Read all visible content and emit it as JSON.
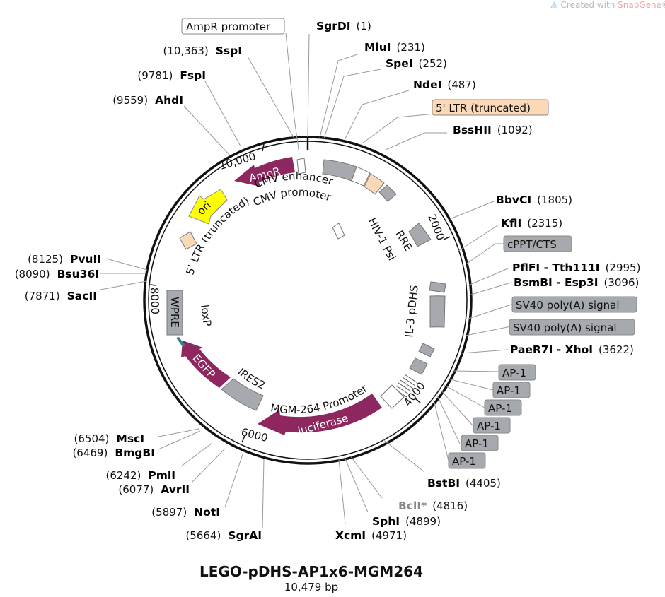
{
  "credit": {
    "prefix": "Created with ",
    "brand": "SnapGene",
    "suffix": "®"
  },
  "plasmid": {
    "name": "LEGO-pDHS-AP1x6-MGM264",
    "length_label": "10,479 bp"
  },
  "colors": {
    "magenta": "#8e2760",
    "gray": "#a6aaae",
    "peach": "#fcd9b6",
    "yellow": "#ffff00",
    "teal": "#3d7b95"
  },
  "ruler": [
    "10,000",
    "2000",
    "4000",
    "6000",
    "8000"
  ],
  "sites": [
    {
      "name": "SgrDI",
      "pos": "(1)"
    },
    {
      "name": "MluI",
      "pos": "(231)"
    },
    {
      "name": "SpeI",
      "pos": "(252)"
    },
    {
      "name": "NdeI",
      "pos": "(487)"
    },
    {
      "name": "BssHII",
      "pos": "(1092)"
    },
    {
      "name": "BbvCI",
      "pos": "(1805)"
    },
    {
      "name": "KflI",
      "pos": "(2315)"
    },
    {
      "name": "PflFI - Tth111I",
      "pos": "(2995)"
    },
    {
      "name": "BsmBI - Esp3I",
      "pos": "(3096)"
    },
    {
      "name": "PaeR7I - XhoI",
      "pos": "(3622)"
    },
    {
      "name": "BstBI",
      "pos": "(4405)"
    },
    {
      "name": "BclI*",
      "pos": "(4816)"
    },
    {
      "name": "SphI",
      "pos": "(4899)"
    },
    {
      "name": "XcmI",
      "pos": "(4971)"
    },
    {
      "name": "SgrAI",
      "pos": "(5664)"
    },
    {
      "name": "NotI",
      "pos": "(5897)"
    },
    {
      "name": "AvrII",
      "pos": "(6077)"
    },
    {
      "name": "PmlI",
      "pos": "(6242)"
    },
    {
      "name": "BmgBI",
      "pos": "(6469)"
    },
    {
      "name": "MscI",
      "pos": "(6504)"
    },
    {
      "name": "SacII",
      "pos": "(7871)"
    },
    {
      "name": "Bsu36I",
      "pos": "(8090)"
    },
    {
      "name": "PvuII",
      "pos": "(8125)"
    },
    {
      "name": "AhdI",
      "pos": "(9559)"
    },
    {
      "name": "FspI",
      "pos": "(9781)"
    },
    {
      "name": "SspI",
      "pos": "(10,363)"
    }
  ],
  "boxed_labels": [
    "AmpR promoter",
    "5' LTR (truncated)",
    "cPPT/CTS",
    "SV40 poly(A) signal",
    "SV40 poly(A) signal",
    "AP-1",
    "AP-1",
    "AP-1",
    "AP-1",
    "AP-1",
    "AP-1"
  ],
  "features": {
    "ampr": "AmpR",
    "ori": "ori",
    "egfp": "EGFP",
    "luciferase": "luciferase",
    "wpre": "WPRE",
    "cmv_enhancer": "CMV enhancer",
    "cmv_promoter": "CMV promoter",
    "ltr5_inner": "5' LTR (truncated)",
    "rre": "RRE",
    "hiv_psi": "HIV-1 Psi",
    "il3": "IL-3 pDHS",
    "loxp": "loxP",
    "ires2": "IRES2",
    "mgm_promoter": "MGM-264 Promoter"
  }
}
